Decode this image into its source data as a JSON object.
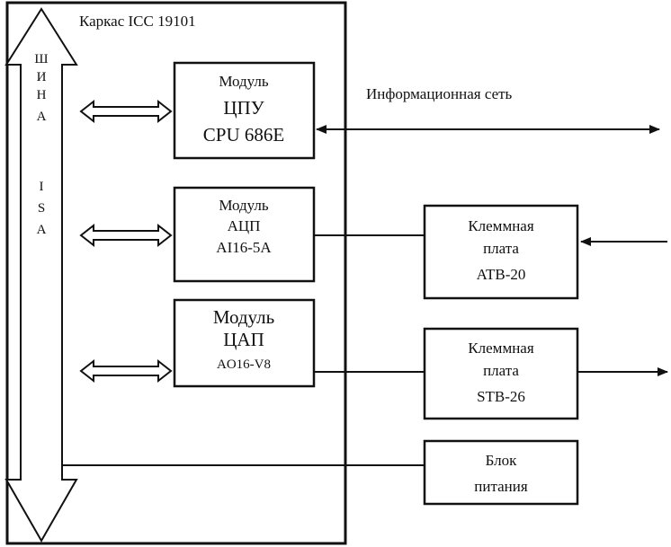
{
  "frame": {
    "title": "Каркас ICC 19101"
  },
  "bus": {
    "letters": [
      "Ш",
      "И",
      "Н",
      "А",
      "",
      "I",
      "S",
      "A"
    ]
  },
  "cpu_module": {
    "line1": "Модуль",
    "line2": "ЦПУ",
    "line3": "CPU  686E"
  },
  "adc_module": {
    "line1": "Модуль",
    "line2": "АЦП",
    "line3": "AI16-5A"
  },
  "dac_module": {
    "line1": "Модуль",
    "line2": "ЦАП",
    "line3": "AO16-V8"
  },
  "network": {
    "label": "Информационная сеть"
  },
  "terminal_atb": {
    "line1": "Клеммная",
    "line2": "плата",
    "line3": "ATB-20"
  },
  "terminal_stb": {
    "line1": "Клеммная",
    "line2": "плата",
    "line3": "STB-26"
  },
  "power": {
    "line1": "Блок",
    "line2": "питания"
  }
}
